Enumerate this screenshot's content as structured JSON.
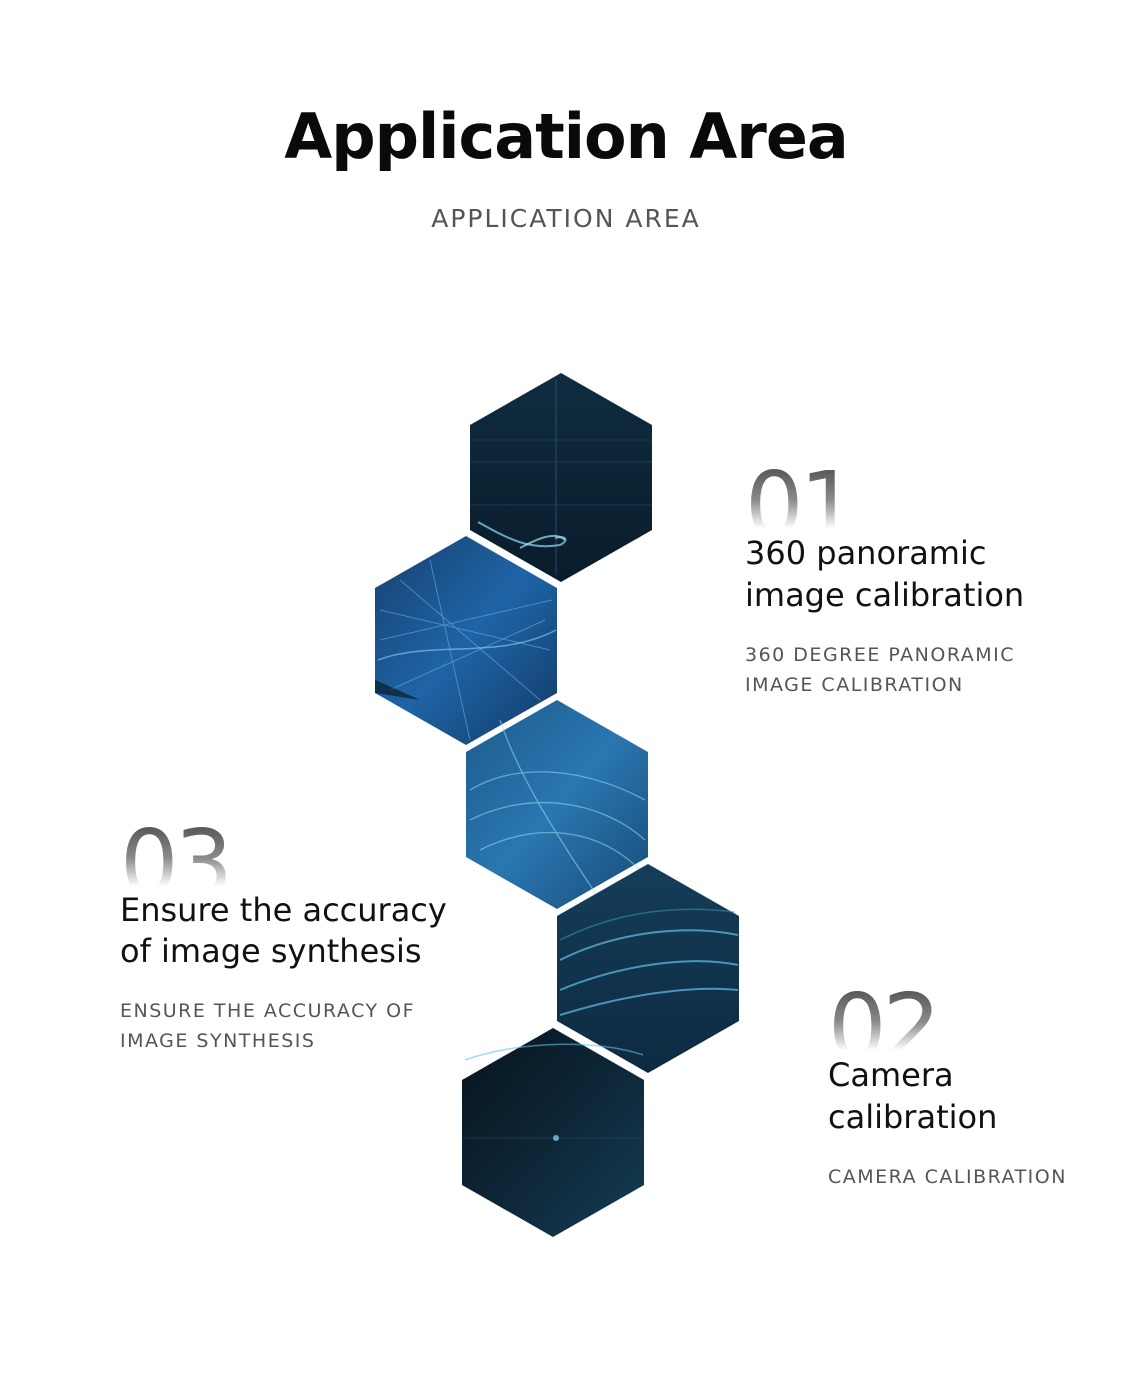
{
  "header": {
    "title": "Application Area",
    "subtitle": "APPLICATION AREA"
  },
  "items": [
    {
      "number": "01",
      "heading": "360 panoramic image calibration",
      "description": "360 DEGREE PANORAMIC IMAGE CALIBRATION"
    },
    {
      "number": "02",
      "heading": "Camera calibration",
      "description": "CAMERA CALIBRATION"
    },
    {
      "number": "03",
      "heading": "Ensure the accuracy of image synthesis",
      "description": "ENSURE THE ACCURACY OF IMAGE SYNTHESIS"
    }
  ],
  "colors": {
    "hex_dark": "#0d2436",
    "hex_blue": "#1d5f96",
    "hex_light": "#3b8fc4",
    "text_dark": "#111111",
    "text_muted": "#555555"
  }
}
